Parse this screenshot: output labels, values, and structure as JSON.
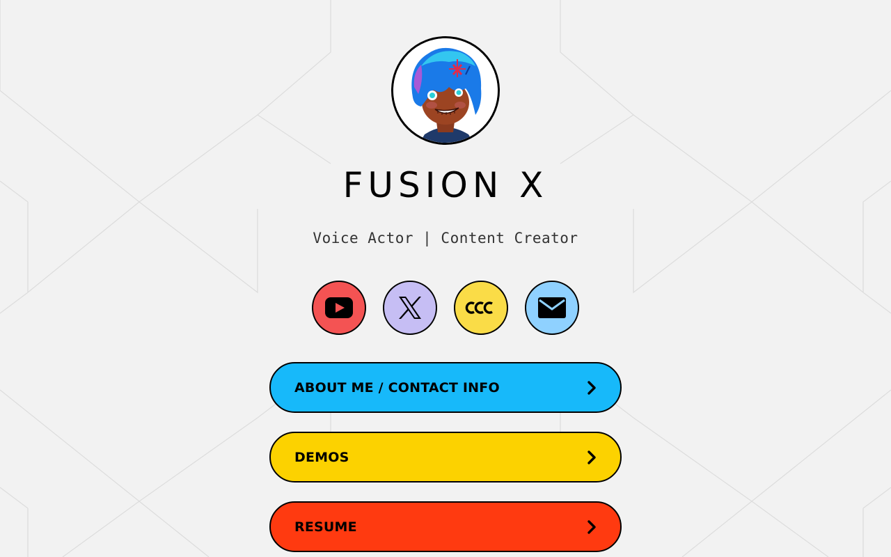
{
  "profile": {
    "name": "FUSION X",
    "tagline": "Voice Actor | Content Creator"
  },
  "socials": [
    {
      "icon": "youtube-icon",
      "color": "#f45353"
    },
    {
      "icon": "x-twitter-icon",
      "color": "#c6bef4"
    },
    {
      "icon": "ccc-logo-icon",
      "color": "#fadc47"
    },
    {
      "icon": "envelope-icon",
      "color": "#8fd1ff"
    }
  ],
  "links": [
    {
      "label": "ABOUT ME / CONTACT INFO",
      "color": "#17b9fa"
    },
    {
      "label": "DEMOS",
      "color": "#fcd200"
    },
    {
      "label": "RESUME",
      "color": "#ff3a10"
    }
  ]
}
